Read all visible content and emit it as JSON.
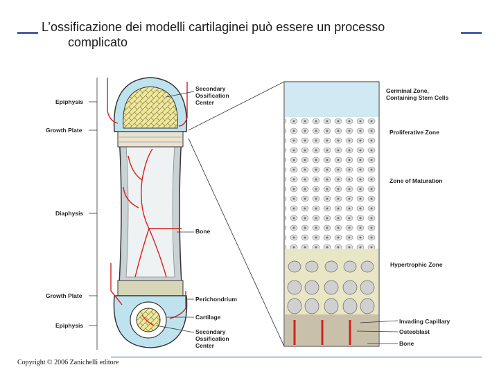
{
  "slide": {
    "title_line1": "L’ossificazione dei modelli cartilaginei può essere un processo",
    "title_line2": "complicato",
    "copyright": "Copyright © 2006 Zanichelli editore"
  },
  "diagram": {
    "left_labels": {
      "epiphysis_top": "Epiphysis",
      "growth_plate_top": "Growth Plate",
      "diaphysis": "Diaphysis",
      "growth_plate_bottom": "Growth Plate",
      "epiphysis_bottom": "Epiphysis"
    },
    "bone_labels": {
      "secondary_center_top_1": "Secondary",
      "secondary_center_top_2": "Ossification",
      "secondary_center_top_3": "Center",
      "bone": "Bone",
      "perichondrium": "Perichondrium",
      "cartilage": "Cartilage",
      "secondary_center_bottom_1": "Secondary",
      "secondary_center_bottom_2": "Ossification",
      "secondary_center_bottom_3": "Center"
    },
    "zone_labels": {
      "germinal_1": "Germinal Zone,",
      "germinal_2": "Containing Stem Cells",
      "proliferative": "Proliferative Zone",
      "maturation": "Zone of Maturation",
      "hypertrophic": "Hypertrophic Zone",
      "capillary": "Invading Capillary",
      "osteoblast": "Osteoblast",
      "bone": "Bone"
    },
    "colors": {
      "accent_blue": "#4a5fa8",
      "vessel_red": "#d42020",
      "cartilage_blue": "#bfe3ee",
      "yellow_center": "#efe79a"
    }
  }
}
